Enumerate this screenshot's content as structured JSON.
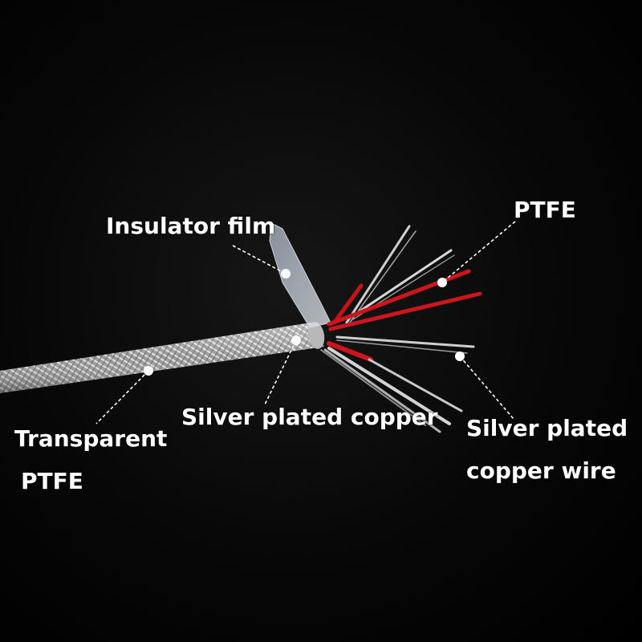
{
  "labels": {
    "insulator_film": "Insulator film",
    "ptfe": "PTFE",
    "silver_plated_copper": "Silver plated copper",
    "transparent_line1": "Transparent",
    "transparent_line2": "PTFE",
    "silver_wire_line1": "Silver plated",
    "silver_wire_line2": "copper wire"
  },
  "colors": {
    "background": "#000000",
    "label_text": "#ffffff",
    "core_red": "#d0141b",
    "silver": "#c8c8c8"
  }
}
